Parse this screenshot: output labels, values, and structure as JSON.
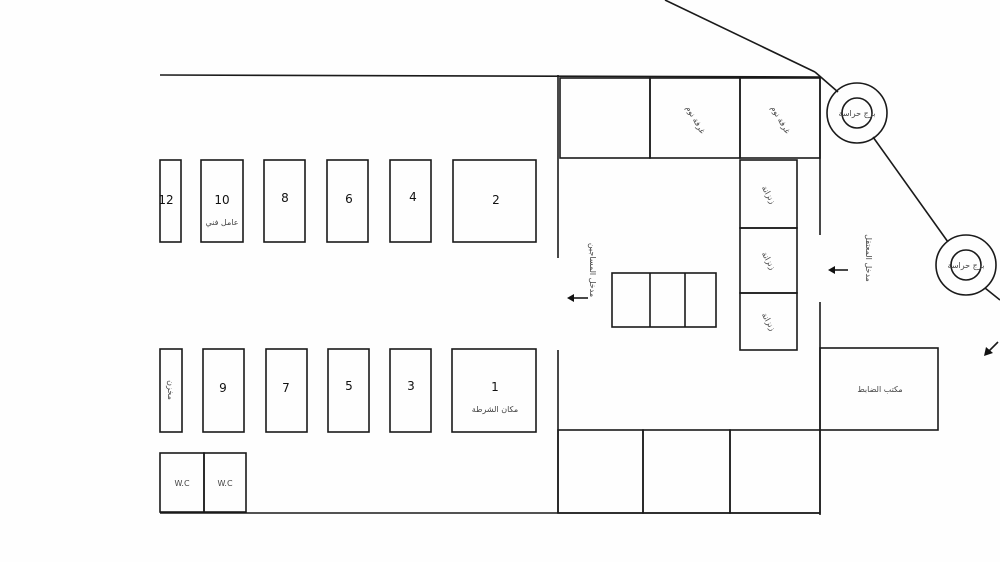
{
  "cells_top": [
    "12",
    "10",
    "8",
    "6",
    "4",
    "2"
  ],
  "cells_bottom": [
    "9",
    "7",
    "5",
    "3",
    "1"
  ],
  "labels": {
    "cell10_note": "عامل فني",
    "cell1_note": "مكان الشرطة",
    "left_bottom_note": "مخزن",
    "wc_1": "W.C",
    "wc_2": "W.C",
    "top_room_2": "غرفة نوم",
    "top_room_3": "غرفة نوم",
    "side_room_1": "زنزانة",
    "side_room_2": "زنزانة",
    "side_room_3": "زنزانة",
    "tower_1": "برج حراسة",
    "tower_2": "برج حراسة",
    "entrance_right": "مدخل المعتقل",
    "entrance_left": "مدخل المساجين",
    "right_bottom_room": "مكتب الضابط"
  }
}
